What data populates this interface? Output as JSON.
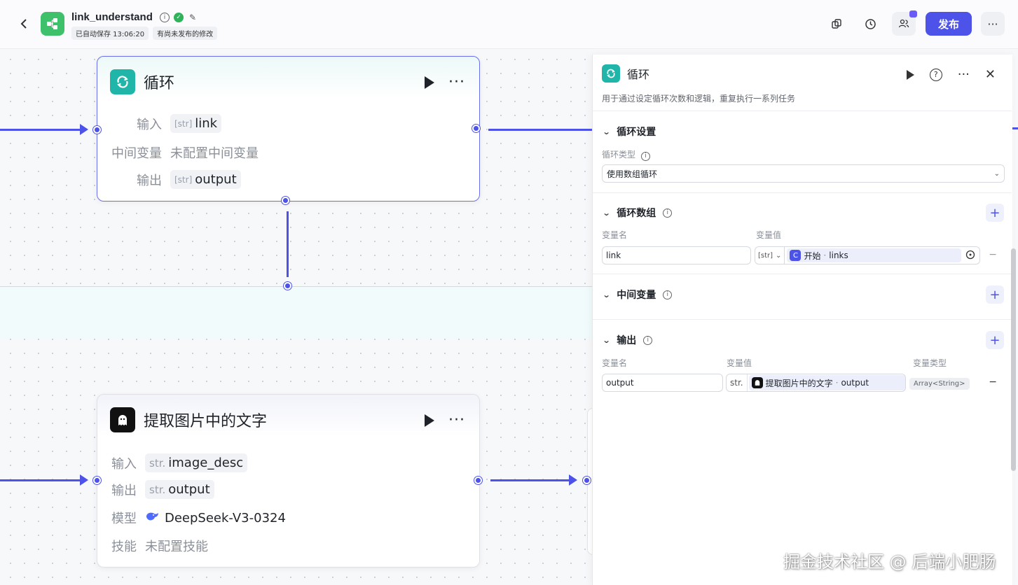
{
  "app": {
    "title": "link_understand",
    "autosave": "已自动保存 13:06:20",
    "unpublished": "有尚未发布的修改",
    "publish_label": "发布",
    "more_label": "···"
  },
  "canvas": {
    "loop_node": {
      "title": "循环",
      "input_label": "输入",
      "input_type": "[str]",
      "input_value": "link",
      "mid_label": "中间变量",
      "mid_value": "未配置中间变量",
      "output_label": "输出",
      "output_type": "[str]",
      "output_value": "output"
    },
    "ocr_node": {
      "title": "提取图片中的文字",
      "input_label": "输入",
      "input_type": "str.",
      "input_value": "image_desc",
      "output_label": "输出",
      "output_type": "str.",
      "output_value": "output",
      "model_label": "模型",
      "model_value": "DeepSeek-V3-0324",
      "skill_label": "技能",
      "skill_value": "未配置技能"
    }
  },
  "panel": {
    "title": "循环",
    "description": "用于通过设定循环次数和逻辑，重复执行一系列任务",
    "loop_settings": {
      "title": "循环设置",
      "type_label": "循环类型",
      "type_value": "使用数组循环"
    },
    "loop_array": {
      "title": "循环数组",
      "col_name": "变量名",
      "col_value": "变量值",
      "var_name": "link",
      "var_type": "[str]",
      "ref_source": "开始",
      "ref_field": "links"
    },
    "intermediate": {
      "title": "中间变量"
    },
    "output": {
      "title": "输出",
      "col_name": "变量名",
      "col_value": "变量值",
      "col_type": "变量类型",
      "var_name": "output",
      "var_type": "str.",
      "ref_source": "提取图片中的文字",
      "ref_field": "output",
      "type_tag": "Array<String>"
    }
  },
  "watermark": "掘金技术社区 @ 后端小肥肠",
  "colors": {
    "accent": "#4d53e8",
    "loop_teal": "#1fb5a9",
    "app_green": "#3ec16a"
  }
}
